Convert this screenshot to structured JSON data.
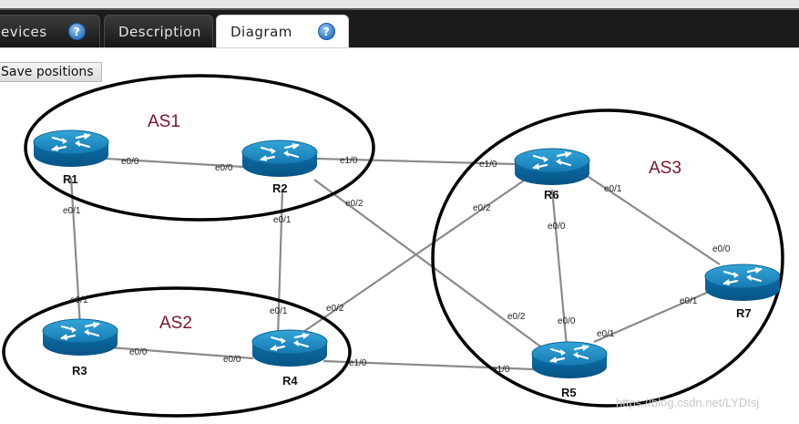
{
  "tabs": [
    {
      "label": "evices",
      "active": false,
      "help": "?"
    },
    {
      "label": "Description",
      "active": false
    },
    {
      "label": "Diagram",
      "active": true,
      "help": "?"
    }
  ],
  "toolbar": {
    "save_label": "Save positions"
  },
  "autonomous_systems": [
    {
      "label": "AS1"
    },
    {
      "label": "AS2"
    },
    {
      "label": "AS3"
    }
  ],
  "routers": [
    {
      "label": "R1"
    },
    {
      "label": "R2"
    },
    {
      "label": "R3"
    },
    {
      "label": "R4"
    },
    {
      "label": "R5"
    },
    {
      "label": "R6"
    },
    {
      "label": "R7"
    }
  ],
  "links": [
    {
      "a": "R1",
      "a_if": "e0/0",
      "b": "R2",
      "b_if": "e0/0"
    },
    {
      "a": "R1",
      "a_if": "e0/1",
      "b": "R3",
      "b_if": "e0/1"
    },
    {
      "a": "R2",
      "a_if": "e1/0",
      "b": "R6",
      "b_if": "e1/0"
    },
    {
      "a": "R2",
      "a_if": "e0/1",
      "b": "R4",
      "b_if": "e0/1"
    },
    {
      "a": "R2",
      "a_if": "e0/2",
      "b": "R5",
      "b_if": "e0/2"
    },
    {
      "a": "R3",
      "a_if": "e0/0",
      "b": "R4",
      "b_if": "e0/0"
    },
    {
      "a": "R4",
      "a_if": "e0/2",
      "b": "R6",
      "b_if": "e0/2"
    },
    {
      "a": "R4",
      "a_if": "e1/0",
      "b": "R5",
      "b_if": "e1/0"
    },
    {
      "a": "R6",
      "a_if": "e0/0",
      "b": "R5",
      "b_if": "e0/0"
    },
    {
      "a": "R6",
      "a_if": "e0/1",
      "b": "R7",
      "b_if": "e0/0"
    },
    {
      "a": "R5",
      "a_if": "e0/1",
      "b": "R7",
      "b_if": "e0/1"
    }
  ],
  "watermark": "https://blog.csdn.net/LYDIsj"
}
